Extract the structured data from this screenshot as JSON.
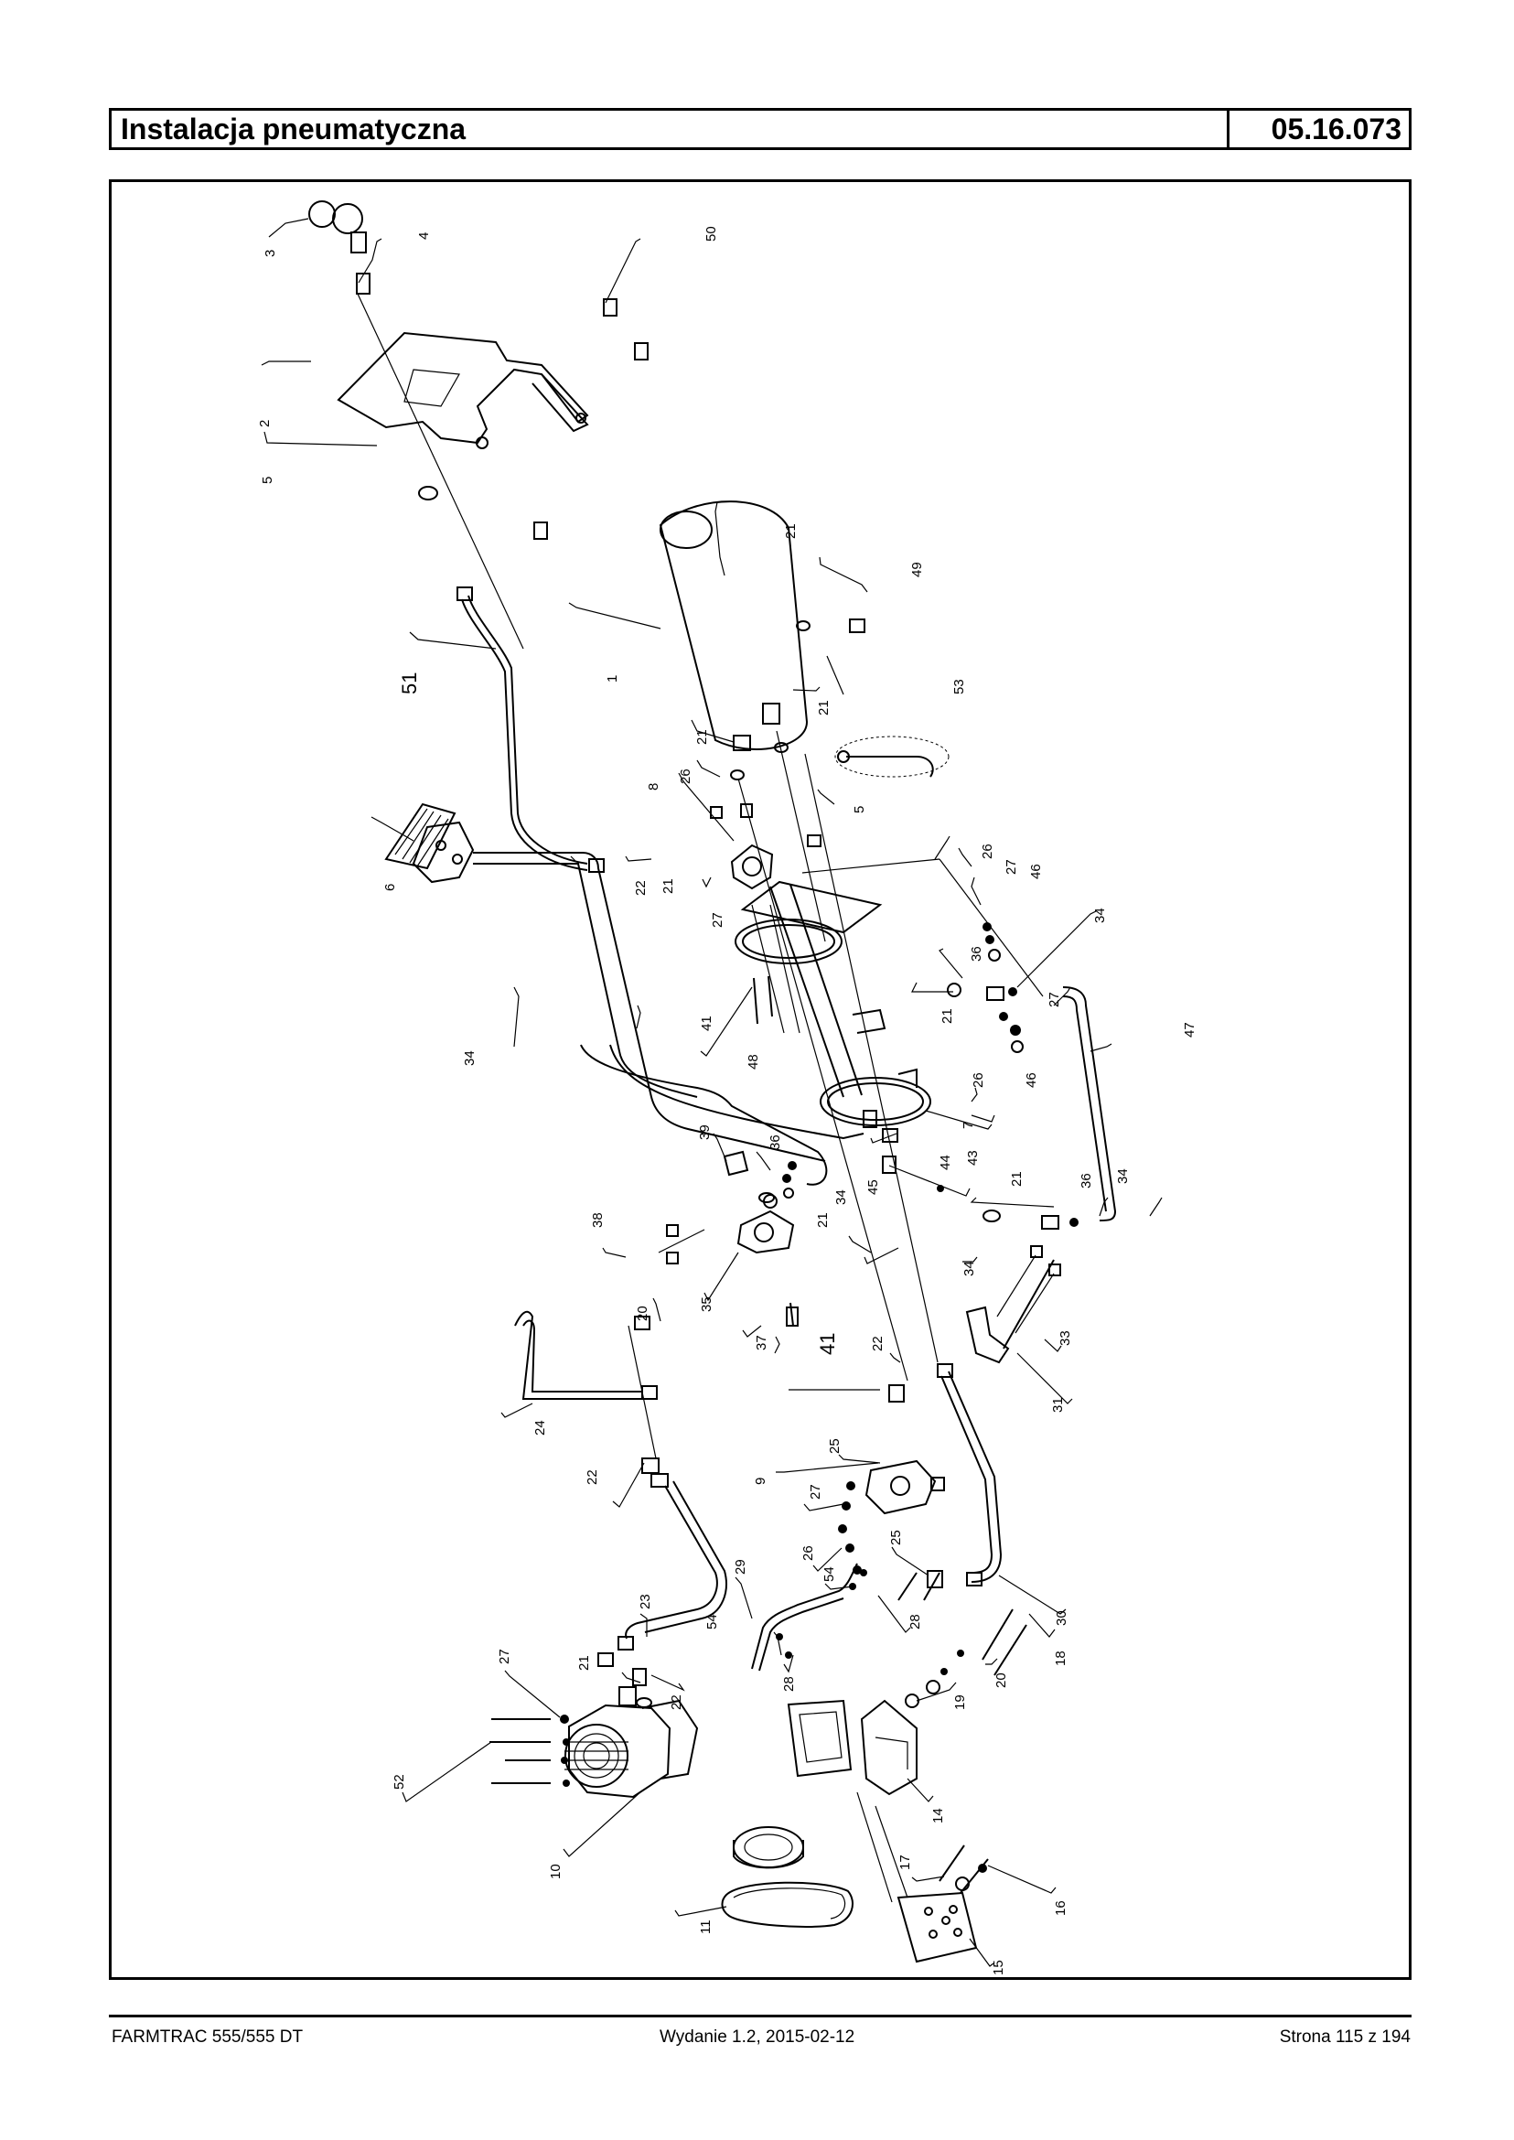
{
  "header": {
    "title": "Instalacja pneumatyczna",
    "code": "05.16.073"
  },
  "footer": {
    "left": "FARMTRAC 555/555 DT",
    "center": "Wydanie 1.2,  2015-02-12",
    "right": "Strona 115 z 194"
  },
  "callouts": [
    {
      "id": "c3",
      "label": "3"
    },
    {
      "id": "c4",
      "label": "4"
    },
    {
      "id": "c50",
      "label": "50"
    },
    {
      "id": "c2",
      "label": "2"
    },
    {
      "id": "c5a",
      "label": "5"
    },
    {
      "id": "c21a",
      "label": "21"
    },
    {
      "id": "c49",
      "label": "49"
    },
    {
      "id": "c1",
      "label": "1"
    },
    {
      "id": "c51",
      "label": "51"
    },
    {
      "id": "c53",
      "label": "53"
    },
    {
      "id": "c21b",
      "label": "21"
    },
    {
      "id": "c21c",
      "label": "21"
    },
    {
      "id": "c26a",
      "label": "26"
    },
    {
      "id": "c8",
      "label": "8"
    },
    {
      "id": "c5b",
      "label": "5"
    },
    {
      "id": "c6",
      "label": "6"
    },
    {
      "id": "c22a",
      "label": "22"
    },
    {
      "id": "c21d",
      "label": "21"
    },
    {
      "id": "c27a",
      "label": "27"
    },
    {
      "id": "c26b",
      "label": "26"
    },
    {
      "id": "c27b",
      "label": "27"
    },
    {
      "id": "c46a",
      "label": "46"
    },
    {
      "id": "c34a",
      "label": "34"
    },
    {
      "id": "c36a",
      "label": "36"
    },
    {
      "id": "c21e",
      "label": "21"
    },
    {
      "id": "c27c",
      "label": "27"
    },
    {
      "id": "c47",
      "label": "47"
    },
    {
      "id": "c34b",
      "label": "34"
    },
    {
      "id": "c41a",
      "label": "41"
    },
    {
      "id": "c48",
      "label": "48"
    },
    {
      "id": "c26c",
      "label": "26"
    },
    {
      "id": "c46b",
      "label": "46"
    },
    {
      "id": "c7",
      "label": "7"
    },
    {
      "id": "c39",
      "label": "39"
    },
    {
      "id": "c36b",
      "label": "36"
    },
    {
      "id": "c44",
      "label": "44"
    },
    {
      "id": "c43",
      "label": "43"
    },
    {
      "id": "c21f",
      "label": "21"
    },
    {
      "id": "c36c",
      "label": "36"
    },
    {
      "id": "c34c",
      "label": "34"
    },
    {
      "id": "c45",
      "label": "45"
    },
    {
      "id": "c34d",
      "label": "34"
    },
    {
      "id": "c21g",
      "label": "21"
    },
    {
      "id": "c38",
      "label": "38"
    },
    {
      "id": "c34e",
      "label": "34"
    },
    {
      "id": "c20a",
      "label": "20"
    },
    {
      "id": "c35",
      "label": "35"
    },
    {
      "id": "c37",
      "label": "37"
    },
    {
      "id": "c41b",
      "label": "41"
    },
    {
      "id": "c22b",
      "label": "22"
    },
    {
      "id": "c33",
      "label": "33"
    },
    {
      "id": "c31",
      "label": "31"
    },
    {
      "id": "c24",
      "label": "24"
    },
    {
      "id": "c25a",
      "label": "25"
    },
    {
      "id": "c9",
      "label": "9"
    },
    {
      "id": "c27d",
      "label": "27"
    },
    {
      "id": "c22c",
      "label": "22"
    },
    {
      "id": "c26d",
      "label": "26"
    },
    {
      "id": "c25b",
      "label": "25"
    },
    {
      "id": "c30",
      "label": "30"
    },
    {
      "id": "c23",
      "label": "23"
    },
    {
      "id": "c29",
      "label": "29"
    },
    {
      "id": "c54a",
      "label": "54"
    },
    {
      "id": "c28a",
      "label": "28"
    },
    {
      "id": "c54b",
      "label": "54"
    },
    {
      "id": "c27e",
      "label": "27"
    },
    {
      "id": "c21h",
      "label": "21"
    },
    {
      "id": "c22d",
      "label": "22"
    },
    {
      "id": "c28b",
      "label": "28"
    },
    {
      "id": "c18",
      "label": "18"
    },
    {
      "id": "c20b",
      "label": "20"
    },
    {
      "id": "c19",
      "label": "19"
    },
    {
      "id": "c52",
      "label": "52"
    },
    {
      "id": "c14",
      "label": "14"
    },
    {
      "id": "c10",
      "label": "10"
    },
    {
      "id": "c17",
      "label": "17"
    },
    {
      "id": "c16",
      "label": "16"
    },
    {
      "id": "c11",
      "label": "11"
    },
    {
      "id": "c15",
      "label": "15"
    }
  ]
}
